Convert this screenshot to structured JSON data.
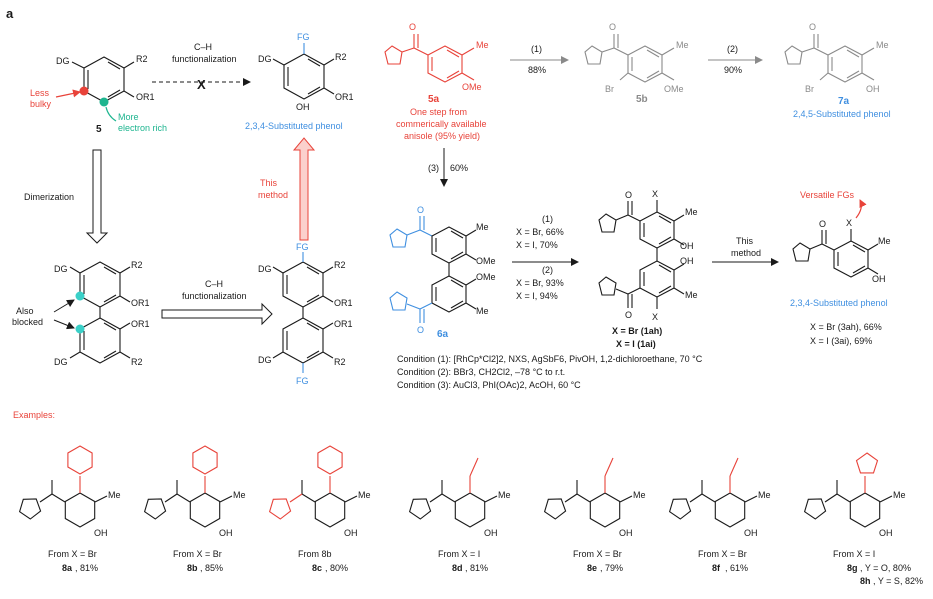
{
  "panel_label": "a",
  "colors": {
    "red": "#e8433a",
    "blue": "#3f8fe0",
    "teal": "#1db58f",
    "gray": "#8a8a8a"
  },
  "top_left": {
    "dg": "DG",
    "r2": "R2",
    "or1": "OR1",
    "compound": "5",
    "less_bulky": [
      "Less",
      "bulky"
    ],
    "more_rich": [
      "More",
      "electron rich"
    ],
    "ch_label": [
      "C–H",
      "functionalization"
    ],
    "product_fg": "FG",
    "product_oh": "OH",
    "product_label": "2,3,4-Substituted phenol",
    "dimerization": "Dimerization",
    "also_blocked": [
      "Also",
      "blocked"
    ],
    "ch_label2": [
      "C–H",
      "functionalization"
    ],
    "this_method": [
      "This",
      "method"
    ]
  },
  "top_right": {
    "compound_5a": "5a",
    "note_5a": [
      "One step from",
      "commerically available",
      "anisole (95% yield)"
    ],
    "step1": "(1)",
    "yield1": "88%",
    "compound_5b": "5b",
    "step2": "(2)",
    "yield2": "90%",
    "compound_7a": "7a",
    "label_7a": "2,4,5-Substituted phenol",
    "step3": "(3)",
    "yield3": "60%",
    "compound_6a": "6a",
    "cond_list": [
      "(1)",
      "X = Br, 66%",
      "X = I, 70%",
      "(2)",
      "X = Br, 93%",
      "X = I, 94%"
    ],
    "x_br": "X = Br (1ah)",
    "x_i": "X = I (1ai)",
    "this_method": [
      "This",
      "method"
    ],
    "versatile": "Versatile FGs",
    "label_3": "2,3,4-Substituted phenol",
    "yield_3ah": "X = Br (3ah), 66%",
    "yield_3ai": "X = I (3ai), 69%",
    "conditions": [
      "Condition (1): [RhCp*Cl2]2, NXS, AgSbF6, PivOH, 1,2-dichloroethane, 70 °C",
      "Condition (2): BBr3, CH2Cl2, –78 °C to r.t.",
      "Condition (3): AuCl3, PhI(OAc)2, AcOH, 60 °C"
    ]
  },
  "examples": {
    "heading": "Examples:",
    "items": [
      {
        "from": "From X = Br",
        "id": "8a",
        "yield": ", 81%"
      },
      {
        "from": "From X = Br",
        "id": "8b",
        "yield": ", 85%"
      },
      {
        "from": "From 8b",
        "id": "8c",
        "yield": ", 80%"
      },
      {
        "from": "From X = I",
        "id": "8d",
        "yield": ", 81%"
      },
      {
        "from": "From X = Br",
        "id": "8e",
        "yield": ", 79%"
      },
      {
        "from": "From X = Br",
        "id": "8f",
        "yield": ", 61%"
      },
      {
        "from": "From X = I",
        "id": "8g",
        "yield": ", Y = O, 80%"
      }
    ],
    "extra": {
      "id": "8h",
      "yield": ", Y = S, 82%"
    }
  }
}
